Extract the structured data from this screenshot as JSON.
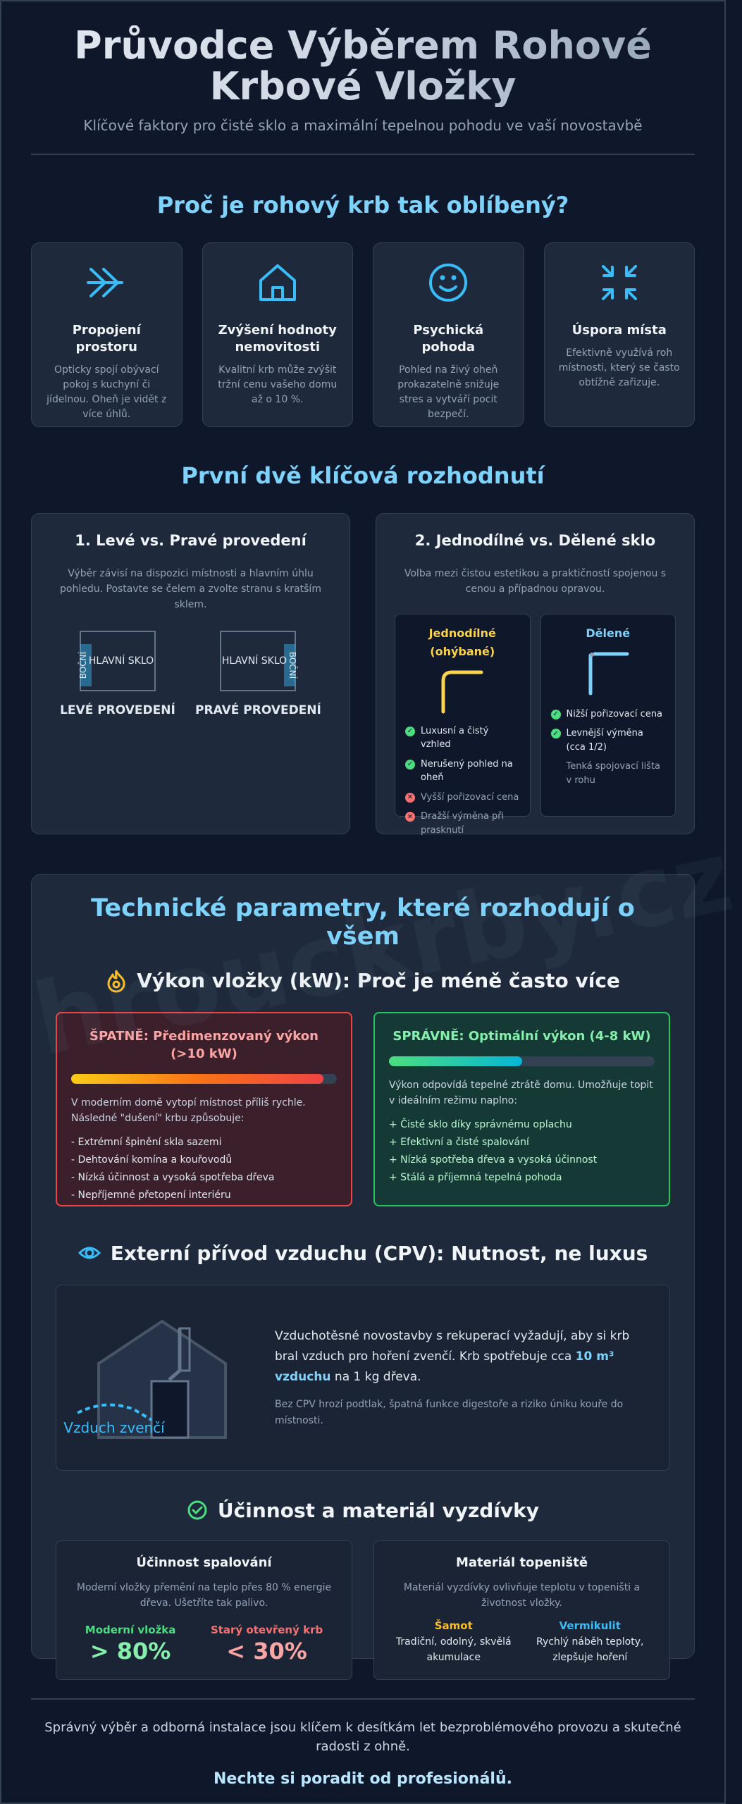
{
  "header": {
    "title_line1": "Průvodce Výběrem Rohové",
    "title_line2": "Krbové Vložky",
    "subtitle": "Klíčové faktory pro čisté sklo a maximální tepelnou pohodu ve vaší novostavbě"
  },
  "popularity": {
    "title": "Proč je rohový krb tak oblíbený?",
    "cards": [
      {
        "icon": "double-chevron-right-icon",
        "title": "Propojení prostoru",
        "text": "Opticky spojí obývací pokoj s kuchyní či jídelnou. Oheň je vidět z více úhlů."
      },
      {
        "icon": "house-icon",
        "title": "Zvýšení hodnoty nemovitosti",
        "text": "Kvalitní krb může zvýšit tržní cenu vašeho domu až o 10 %."
      },
      {
        "icon": "smile-icon",
        "title": "Psychická pohoda",
        "text": "Pohled na živý oheň prokazatelně snižuje stres a vytváří pocit bezpečí."
      },
      {
        "icon": "compress-icon",
        "title": "Úspora místa",
        "text": "Efektivně využívá roh místnosti, který se často obtížně zařizuje."
      }
    ]
  },
  "decisions": {
    "title": "První dvě klíčová rozhodnutí",
    "side": {
      "title": "1. Levé vs. Pravé provedení",
      "text": "Výběr závisí na dispozici místnosti a hlavním úhlu pohledu. Postavte se čelem a zvolte stranu s kratším sklem.",
      "left": {
        "side_label": "BOČNÍ",
        "main_label": "HLAVNÍ SKLO",
        "caption": "LEVÉ PROVEDENÍ"
      },
      "right": {
        "side_label": "BOČNÍ",
        "main_label": "HLAVNÍ SKLO",
        "caption": "PRAVÉ PROVEDENÍ"
      }
    },
    "glass": {
      "title": "2. Jednodílné vs. Dělené sklo",
      "text": "Volba mezi čistou estetikou a praktičností spojenou s cenou a případnou opravou.",
      "single": {
        "title": "Jednodílné (ohýbané)",
        "items": [
          {
            "type": "ok",
            "text": "Luxusní a čistý vzhled"
          },
          {
            "type": "ok",
            "text": "Nerušený pohled na oheň"
          },
          {
            "type": "no",
            "text": "Vyšší pořizovací cena"
          },
          {
            "type": "no",
            "text": "Dražší výměna při prasknutí"
          }
        ]
      },
      "split": {
        "title": "Dělené",
        "items": [
          {
            "type": "ok",
            "text": "Nižší pořizovací cena"
          },
          {
            "type": "ok",
            "text": "Levnější výměna (cca 1/2)"
          },
          {
            "type": "mid",
            "text": "Tenká spojovací lišta v rohu"
          }
        ]
      }
    }
  },
  "tech": {
    "title": "Technické parametry, které rozhodují o všem",
    "watermark": "hrouckrby.cz",
    "power": {
      "title": "Výkon vložky (kW): Proč je méně často více",
      "bad": {
        "title": "ŠPATNĚ: Předimenzovaný výkon (>10 kW)",
        "level": 0.95,
        "text": "V moderním domě vytopí místnost příliš rychle. Následné \"dušení\" krbu způsobuje:",
        "items": [
          "- Extrémní špinění skla sazemi",
          "- Dehtování komína a kouřovodů",
          "- Nízká účinnost a vysoká spotřeba dřeva",
          "- Nepříjemné přetopení interiéru"
        ]
      },
      "good": {
        "title": "SPRÁVNĚ: Optimální výkon (4-8 kW)",
        "level": 0.5,
        "text": "Výkon odpovídá tepelné ztrátě domu. Umožňuje topit v ideálním režimu naplno:",
        "items": [
          "+ Čisté sklo díky správnému oplachu",
          "+ Efektivní a čisté spalování",
          "+ Nízká spotřeba dřeva a vysoká účinnost",
          "+ Stálá a příjemná tepelná pohoda"
        ]
      }
    },
    "cpv": {
      "title": "Externí přívod vzduchu (CPV): Nutnost, ne luxus",
      "air_label": "Vzduch zvenčí",
      "text_before": "Vzduchotěsné novostavby s rekuperací vyžadují, aby si krb bral vzduch pro hoření zvenčí. Krb spotřebuje cca ",
      "text_highlight": "10 m³ vzduchu",
      "text_after": " na 1 kg dřeva.",
      "note": "Bez CPV hrozí podtlak, špatná funkce digestoře a riziko úniku kouře do místnosti."
    },
    "efficiency": {
      "title": "Účinnost a materiál vyzdívky",
      "combustion": {
        "title": "Účinnost spalování",
        "text": "Moderní vložky přemění na teplo přes 80 % energie dřeva. Ušetříte tak palivo.",
        "modern_label": "Moderní vložka",
        "modern_value": "> 80%",
        "old_label": "Starý otevřený krb",
        "old_value": "< 30%"
      },
      "material": {
        "title": "Materiál topeniště",
        "text": "Materiál vyzdívky ovlivňuje teplotu v topeništi a životnost vložky.",
        "a_label": "Šamot",
        "a_text": "Tradiční, odolný, skvělá akumulace",
        "b_label": "Vermikulit",
        "b_text": "Rychlý náběh teploty, zlepšuje hoření"
      }
    }
  },
  "footer": {
    "text": "Správný výběr a odborná instalace jsou klíčem k desítkám let bezproblémového provozu a skutečné radosti z ohně.",
    "cta": "Nechte si poradit od profesionálů."
  },
  "colors": {
    "accent": "#7dd3fc",
    "icon": "#38bdf8",
    "bad": "#ef4444",
    "good": "#22c55e",
    "amber": "#fbbf24"
  }
}
